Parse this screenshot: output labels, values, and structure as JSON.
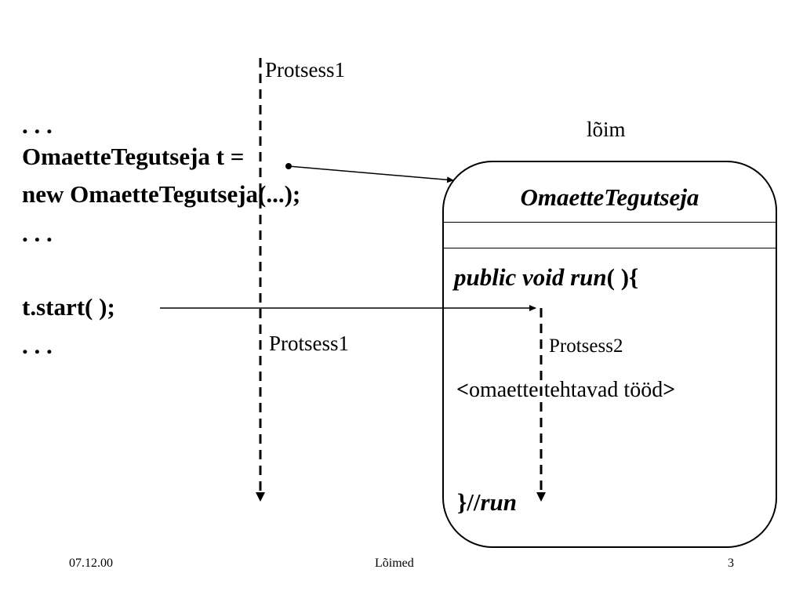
{
  "slide": {
    "code_lines": [
      ". . .",
      "OmaetteTegutseja t =",
      "new OmaetteTegutseja(...);",
      ". . .",
      "t.start( );",
      ". . ."
    ],
    "process1_top_label": "Protsess1",
    "process1_mid_label": "Protsess1",
    "process2_label": "Protsess2",
    "thread_label": "lõim",
    "class_box": {
      "class_name": "OmaetteTegutseja",
      "method_signature_italic": "public void run",
      "method_signature_rest": "( ){",
      "body_open": "<",
      "body_text": "omaette tehtavad tööd",
      "body_close": ">",
      "end_brace": "}//",
      "end_comment": "run"
    }
  },
  "footer": {
    "date": "07.12.00",
    "title": "Lõimed",
    "page": "3"
  },
  "colors": {
    "ink": "#000000",
    "background": "#ffffff"
  }
}
